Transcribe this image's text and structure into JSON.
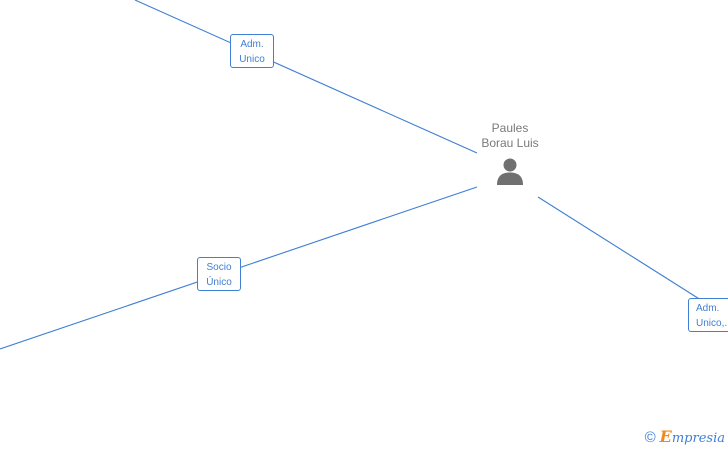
{
  "center": {
    "name_line1": "Paules",
    "name_line2": "Borau Luis",
    "icon": "person-icon"
  },
  "relations": [
    {
      "line1": "Adm.",
      "line2": "Unico"
    },
    {
      "line1": "Socio",
      "line2": "Único"
    },
    {
      "line1": "Adm.",
      "line2": "Unico,.."
    }
  ],
  "footer": {
    "copyright_symbol": "©",
    "brand_initial": "E",
    "brand_rest": "mpresia"
  },
  "colors": {
    "edge": "#3f7fd4",
    "person_icon": "#707070",
    "brand_accent": "#f08a1c"
  }
}
